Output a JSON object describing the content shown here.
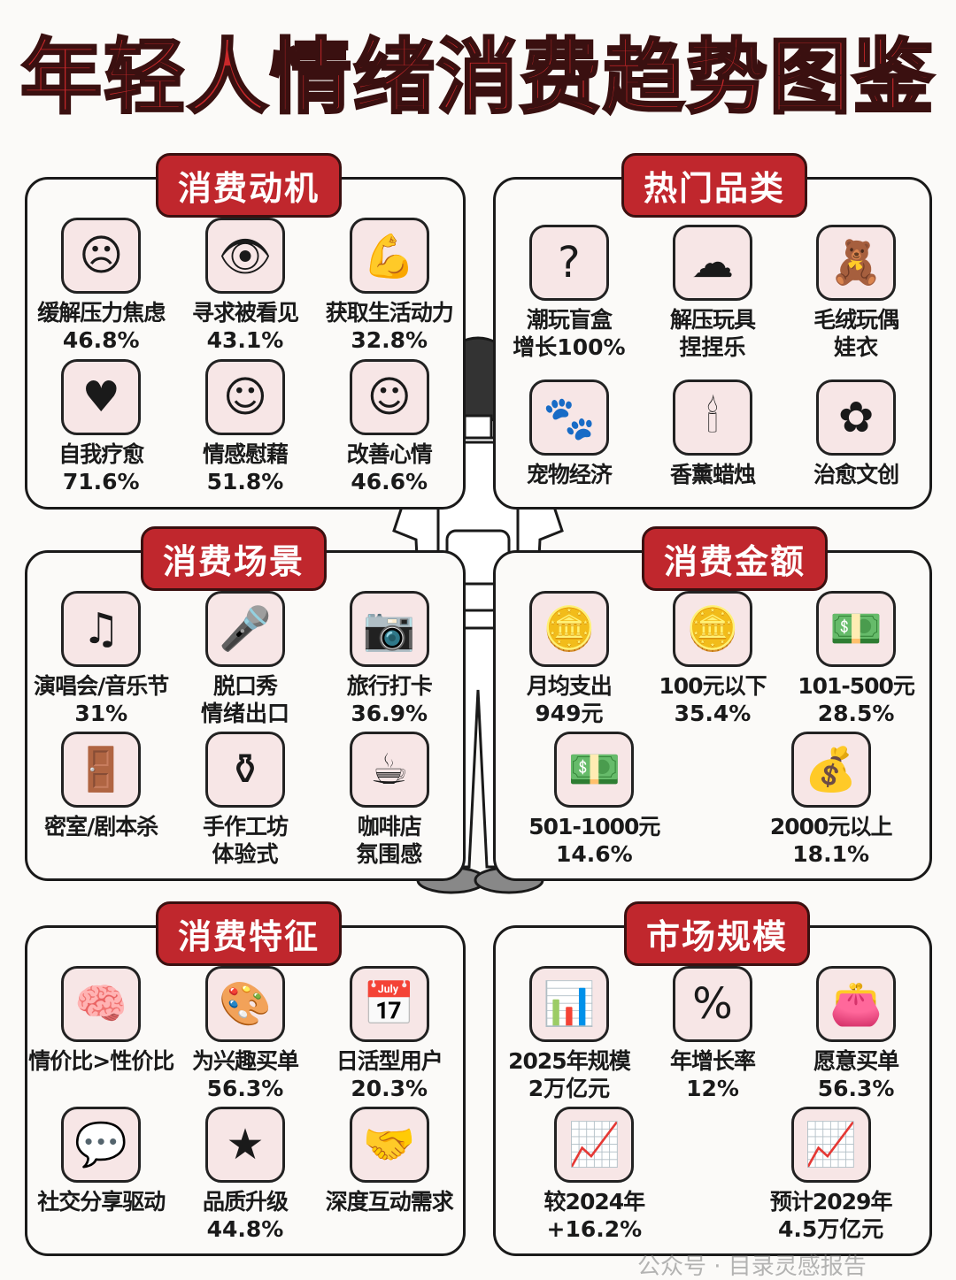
{
  "title": "年轻人情绪消费趋势图鉴",
  "accent": "#c0272d",
  "panels": [
    {
      "id": "motivation",
      "title": "消费动机",
      "items": [
        {
          "label": "缓解压力焦虑",
          "value": "46.8%",
          "icon": "worried-face-icon",
          "glyph": "☹"
        },
        {
          "label": "寻求被看见",
          "value": "43.1%",
          "icon": "eye-icon",
          "glyph": "👁"
        },
        {
          "label": "获取生活动力",
          "value": "32.8%",
          "icon": "flexed-arm-icon",
          "glyph": "💪"
        },
        {
          "label": "自我疗愈",
          "value": "71.6%",
          "icon": "bandaged-heart-icon",
          "glyph": "♥"
        },
        {
          "label": "情感慰藉",
          "value": "51.8%",
          "icon": "hug-icon",
          "glyph": "☺"
        },
        {
          "label": "改善心情",
          "value": "46.6%",
          "icon": "smiley-icon",
          "glyph": "☺"
        }
      ]
    },
    {
      "id": "categories",
      "title": "热门品类",
      "items": [
        {
          "label": "潮玩盲盒",
          "value": "增长100%",
          "icon": "mystery-box-icon",
          "glyph": "?"
        },
        {
          "label": "解压玩具",
          "value": "捏捏乐",
          "icon": "squishy-toy-icon",
          "glyph": "☁"
        },
        {
          "label": "毛绒玩偶",
          "value": "娃衣",
          "icon": "teddy-bear-icon",
          "glyph": "🧸"
        },
        {
          "label": "宠物经济",
          "value": "",
          "icon": "dog-cat-icon",
          "glyph": "🐾"
        },
        {
          "label": "香薰蜡烛",
          "value": "",
          "icon": "candle-icon",
          "glyph": "🕯"
        },
        {
          "label": "治愈文创",
          "value": "",
          "icon": "notebook-icon",
          "glyph": "✿"
        }
      ]
    },
    {
      "id": "scenes",
      "title": "消费场景",
      "items": [
        {
          "label": "演唱会/音乐节",
          "value": "31%",
          "icon": "stage-icon",
          "glyph": "♫"
        },
        {
          "label": "脱口秀",
          "value": "情绪出口",
          "icon": "microphone-icon",
          "glyph": "🎤"
        },
        {
          "label": "旅行打卡",
          "value": "36.9%",
          "icon": "luggage-camera-icon",
          "glyph": "📷"
        },
        {
          "label": "密室/剧本杀",
          "value": "",
          "icon": "keyhole-door-icon",
          "glyph": "🚪"
        },
        {
          "label": "手作工坊",
          "value": "体验式",
          "icon": "pottery-icon",
          "glyph": "⚱"
        },
        {
          "label": "咖啡店",
          "value": "氛围感",
          "icon": "coffee-cup-icon",
          "glyph": "☕"
        }
      ]
    },
    {
      "id": "amount",
      "title": "消费金额",
      "items": [
        {
          "label": "月均支出",
          "value": "949元",
          "icon": "coins-icon",
          "glyph": "🪙"
        },
        {
          "label": "100元以下",
          "value": "35.4%",
          "icon": "coins-stack-icon",
          "glyph": "🪙"
        },
        {
          "label": "101-500元",
          "value": "28.5%",
          "icon": "banknotes-icon",
          "glyph": "💵"
        },
        {
          "label": "501-1000元",
          "value": "14.6%",
          "icon": "cash-stack-icon",
          "glyph": "💵"
        },
        {
          "label": "2000元以上",
          "value": "18.1%",
          "icon": "cash-bundle-icon",
          "glyph": "💰"
        }
      ]
    },
    {
      "id": "features",
      "title": "消费特征",
      "items": [
        {
          "label": "情价比>性价比",
          "value": "",
          "icon": "brain-heart-icon",
          "glyph": "🧠"
        },
        {
          "label": "为兴趣买单",
          "value": "56.3%",
          "icon": "hobby-person-icon",
          "glyph": "🎨"
        },
        {
          "label": "日活型用户",
          "value": "20.3%",
          "icon": "calendar-icon",
          "glyph": "📅"
        },
        {
          "label": "社交分享驱动",
          "value": "",
          "icon": "social-share-icon",
          "glyph": "💬"
        },
        {
          "label": "品质升级",
          "value": "44.8%",
          "icon": "award-badge-icon",
          "glyph": "★"
        },
        {
          "label": "深度互动需求",
          "value": "",
          "icon": "handshake-icon",
          "glyph": "🤝"
        }
      ]
    },
    {
      "id": "market",
      "title": "市场规模",
      "items": [
        {
          "label": "2025年规模",
          "value": "2万亿元",
          "icon": "bar-chart-up-icon",
          "glyph": "📊"
        },
        {
          "label": "年增长率",
          "value": "12%",
          "icon": "percent-arrow-icon",
          "glyph": "%"
        },
        {
          "label": "愿意买单",
          "value": "56.3%",
          "icon": "wallet-icon",
          "glyph": "👛"
        },
        {
          "label": "较2024年",
          "value": "+16.2%",
          "icon": "growth-chart-icon",
          "glyph": "📈"
        },
        {
          "label": "预计2029年",
          "value": "4.5万亿元",
          "icon": "rising-bars-icon",
          "glyph": "📈"
        }
      ]
    }
  ],
  "watermark": "公众号 · 目录灵感报告"
}
